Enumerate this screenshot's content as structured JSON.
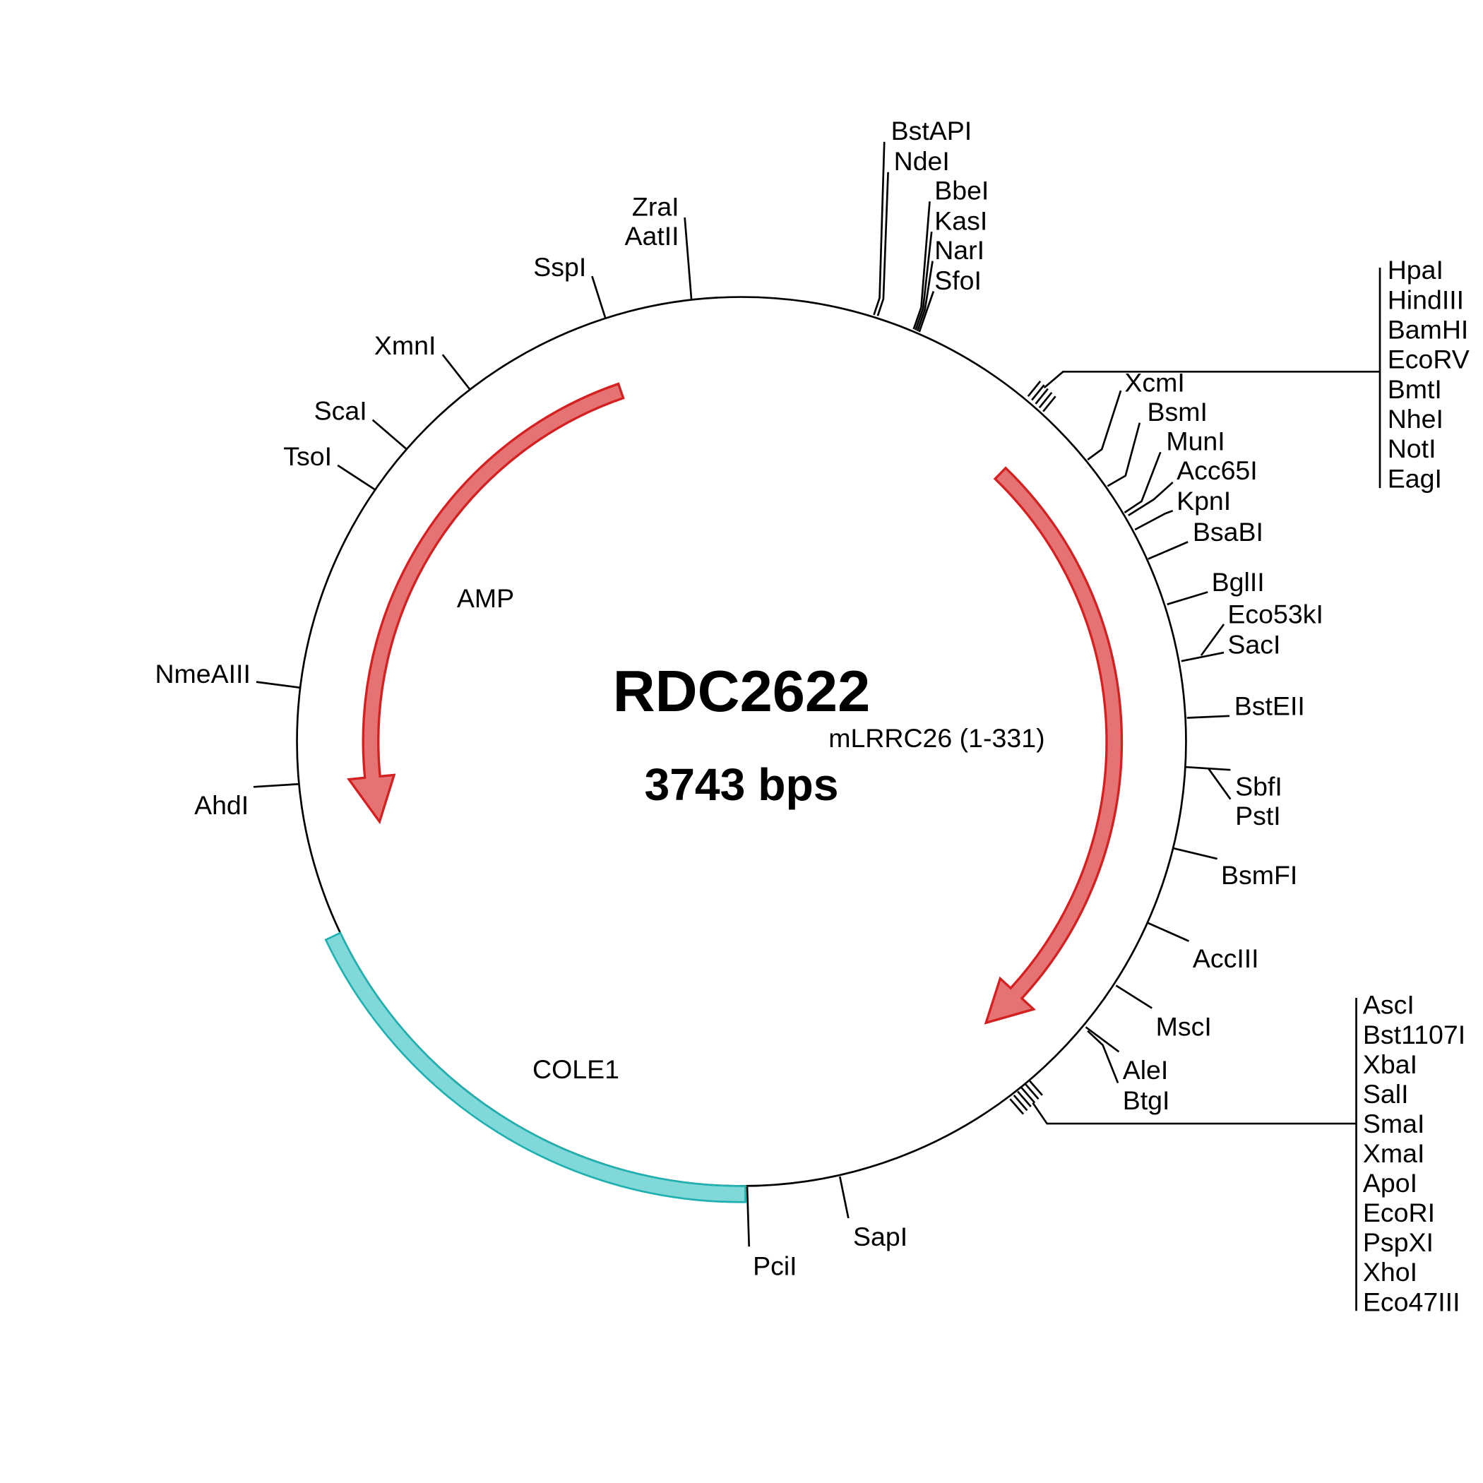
{
  "plasmid": {
    "name": "RDC2622",
    "size": "3743 bps"
  },
  "colors": {
    "cds_fill": "#e57373",
    "cds_stroke": "#d42020",
    "ori_fill": "#80d8d8",
    "ori_stroke": "#20b0b0"
  },
  "features": {
    "amp": "AMP",
    "insert": "mLRRC26 (1-331)",
    "ori": "COLE1"
  },
  "enzymes": {
    "zrai": "ZraI",
    "aatii": "AatII",
    "sspi": "SspI",
    "xmni": "XmnI",
    "scai": "ScaI",
    "tsoi": "TsoI",
    "nmeaiii": "NmeAIII",
    "ahdi": "AhdI",
    "pcii": "PciI",
    "sapi": "SapI",
    "alei": "AleI",
    "btgi": "BtgI",
    "msci": "MscI",
    "acciii": "AccIII",
    "bsmfi": "BsmFI",
    "sbfi": "SbfI",
    "psti": "PstI",
    "bsteii": "BstEII",
    "eco53ki": "Eco53kI",
    "saci": "SacI",
    "bglii": "BglII",
    "bsabi": "BsaBI",
    "acc65i": "Acc65I",
    "kpni": "KpnI",
    "muni": "MunI",
    "bsmi": "BsmI",
    "xcmi": "XcmI",
    "bstapi": "BstAPI",
    "ndei": "NdeI",
    "bbei": "BbeI",
    "kasi": "KasI",
    "nari": "NarI",
    "sfoi": "SfoI"
  },
  "mcs_top": [
    "HpaI",
    "HindIII",
    "BamHI",
    "EcoRV",
    "BmtI",
    "NheI",
    "NotI",
    "EagI"
  ],
  "mcs_bottom": [
    "AscI",
    "Bst1107I",
    "XbaI",
    "SalI",
    "SmaI",
    "XmaI",
    "ApoI",
    "EcoRI",
    "PspXI",
    "XhoI",
    "Eco47III"
  ]
}
